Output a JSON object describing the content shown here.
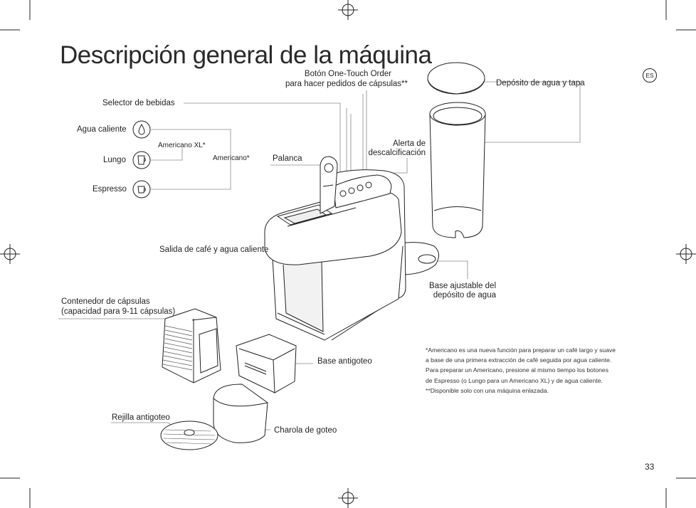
{
  "page": {
    "title": "Descripción general de la máquina",
    "language_badge": "ES",
    "page_number": "33"
  },
  "labels": {
    "one_touch_line1": "Botón One-Touch Order",
    "one_touch_line2": "para hacer pedidos de cápsulas**",
    "deposito": "Depósito de agua y tapa",
    "selector": "Selector de bebidas",
    "agua_caliente": "Agua caliente",
    "americano_xl": "Americano XL*",
    "lungo": "Lungo",
    "americano": "Americano*",
    "espresso": "Espresso",
    "palanca": "Palanca",
    "alerta_line1": "Alerta de",
    "alerta_line2": "descalcificación",
    "salida": "Salida de café y agua caliente",
    "base_ajustable_line1": "Base ajustable del",
    "base_ajustable_line2": "depósito de agua",
    "contenedor_line1": "Contenedor de cápsulas",
    "contenedor_line2": "(capacidad para 9-11 cápsulas)",
    "base_antigoteo": "Base antigoteo",
    "rejilla": "Rejilla antigoteo",
    "charola": "Charola de goteo"
  },
  "footnotes": {
    "line1": "*Americano es una nueva función para preparar un café largo y suave",
    "line2": "a base de una primera extracción de café seguida por agua caliente.",
    "line3": "Para preparar un Americano, presione al mismo tiempo los botones",
    "line4": "de Espresso (o Lungo para un Americano XL) y de agua caliente.",
    "line5": "**Disponible solo con una máquina enlazada."
  },
  "icons": {
    "agua_caliente": "water-drop-icon",
    "lungo": "lungo-cup-icon",
    "espresso": "espresso-cup-icon",
    "registration": "registration-mark-icon"
  },
  "colors": {
    "ink": "#231f20",
    "leader": "#8a8a8a"
  }
}
